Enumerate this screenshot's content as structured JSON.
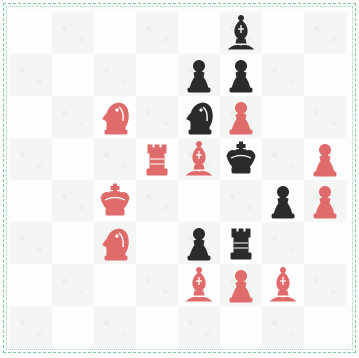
{
  "board": {
    "files": [
      "a",
      "b",
      "c",
      "d",
      "e",
      "f",
      "g",
      "h"
    ],
    "ranks": [
      "8",
      "7",
      "6",
      "5",
      "4",
      "3",
      "2",
      "1"
    ],
    "colors": {
      "red": "#e06b6b",
      "black": "#2b2b2b",
      "frame": "#7ec9a0"
    },
    "pieces": [
      {
        "square": "f8",
        "type": "bishop",
        "color": "black"
      },
      {
        "square": "e7",
        "type": "pawn",
        "color": "black"
      },
      {
        "square": "f7",
        "type": "pawn",
        "color": "black"
      },
      {
        "square": "c6",
        "type": "knight",
        "color": "red"
      },
      {
        "square": "e6",
        "type": "knight",
        "color": "black"
      },
      {
        "square": "f6",
        "type": "pawn",
        "color": "red"
      },
      {
        "square": "d5",
        "type": "rook",
        "color": "red"
      },
      {
        "square": "e5",
        "type": "bishop",
        "color": "red"
      },
      {
        "square": "f5",
        "type": "king",
        "color": "black"
      },
      {
        "square": "h5",
        "type": "pawn",
        "color": "red"
      },
      {
        "square": "c4",
        "type": "king",
        "color": "red"
      },
      {
        "square": "g4",
        "type": "pawn",
        "color": "black"
      },
      {
        "square": "h4",
        "type": "pawn",
        "color": "red"
      },
      {
        "square": "c3",
        "type": "knight",
        "color": "red"
      },
      {
        "square": "e3",
        "type": "pawn",
        "color": "black"
      },
      {
        "square": "f3",
        "type": "rook",
        "color": "black"
      },
      {
        "square": "e2",
        "type": "bishop",
        "color": "red"
      },
      {
        "square": "f2",
        "type": "pawn",
        "color": "red"
      },
      {
        "square": "g2",
        "type": "bishop",
        "color": "red"
      }
    ]
  }
}
